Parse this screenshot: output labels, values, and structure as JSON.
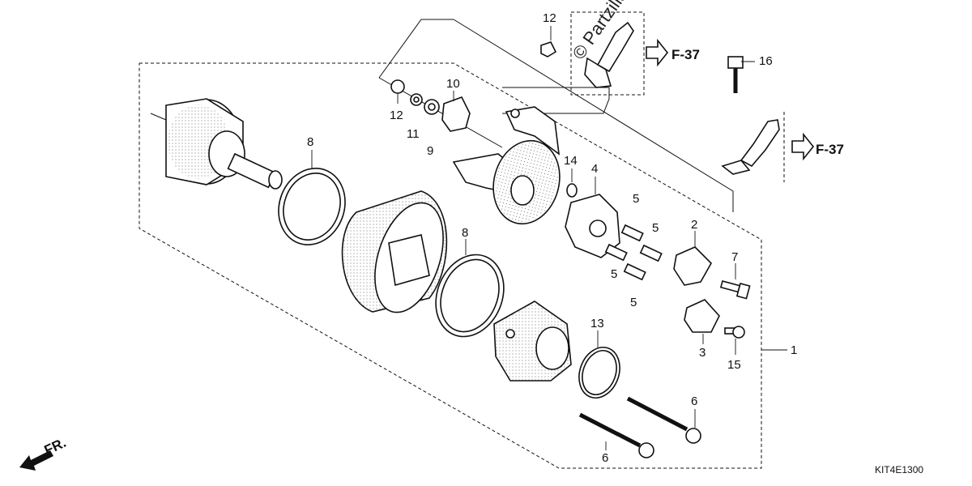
{
  "diagram": {
    "callouts": [
      {
        "id": "c1",
        "text": "1"
      },
      {
        "id": "c2",
        "text": "2"
      },
      {
        "id": "c3",
        "text": "3"
      },
      {
        "id": "c4",
        "text": "4"
      },
      {
        "id": "c5a",
        "text": "5"
      },
      {
        "id": "c5b",
        "text": "5"
      },
      {
        "id": "c5c",
        "text": "5"
      },
      {
        "id": "c5d",
        "text": "5"
      },
      {
        "id": "c6a",
        "text": "6"
      },
      {
        "id": "c6b",
        "text": "6"
      },
      {
        "id": "c7",
        "text": "7"
      },
      {
        "id": "c8a",
        "text": "8"
      },
      {
        "id": "c8b",
        "text": "8"
      },
      {
        "id": "c9",
        "text": "9"
      },
      {
        "id": "c10",
        "text": "10"
      },
      {
        "id": "c11",
        "text": "11"
      },
      {
        "id": "c12a",
        "text": "12"
      },
      {
        "id": "c12b",
        "text": "12"
      },
      {
        "id": "c13",
        "text": "13"
      },
      {
        "id": "c14",
        "text": "14"
      },
      {
        "id": "c15",
        "text": "15"
      },
      {
        "id": "c16",
        "text": "16"
      }
    ],
    "references": [
      {
        "id": "r1",
        "text": "F-37"
      },
      {
        "id": "r2",
        "text": "F-37"
      }
    ],
    "front_label": "FR.",
    "diagram_code": "KIT4E1300",
    "watermark": "© Partzilla"
  }
}
